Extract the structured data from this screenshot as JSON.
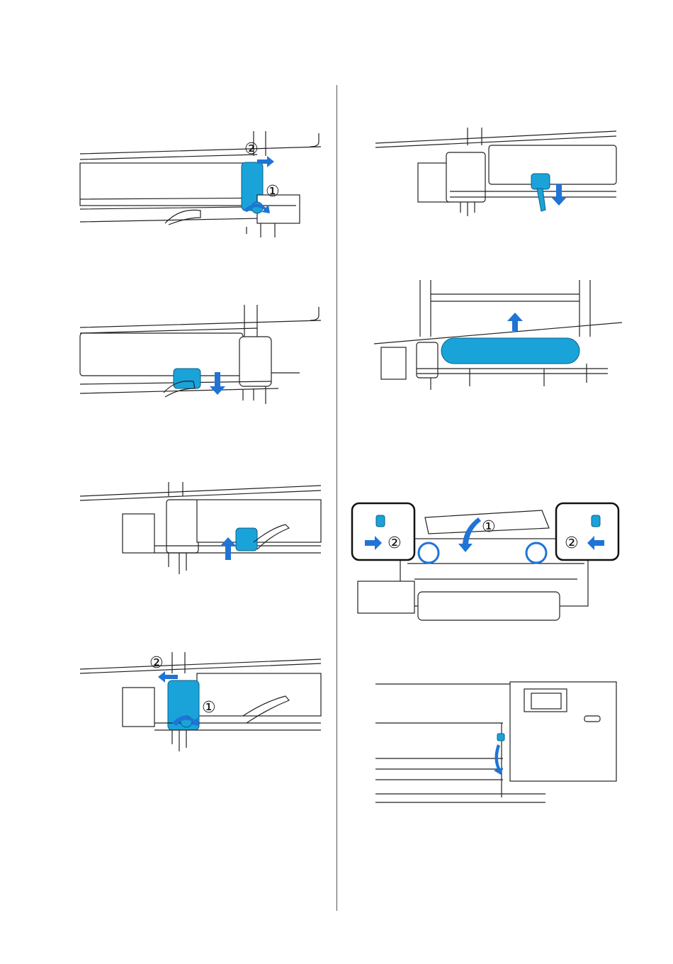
{
  "colors": {
    "part_blue": "#1aa3d9",
    "arrow_blue": "#1f74d6",
    "line": "#222222"
  },
  "figures": [
    {
      "id": "fig-1",
      "callouts": [
        "②",
        "①"
      ]
    },
    {
      "id": "fig-2",
      "callouts": []
    },
    {
      "id": "fig-3",
      "callouts": []
    },
    {
      "id": "fig-4",
      "callouts": [
        "②",
        "①"
      ]
    },
    {
      "id": "fig-5",
      "callouts": []
    },
    {
      "id": "fig-6",
      "callouts": []
    },
    {
      "id": "fig-7",
      "callouts": [
        "①",
        "②",
        "②"
      ]
    },
    {
      "id": "fig-8",
      "callouts": []
    }
  ]
}
